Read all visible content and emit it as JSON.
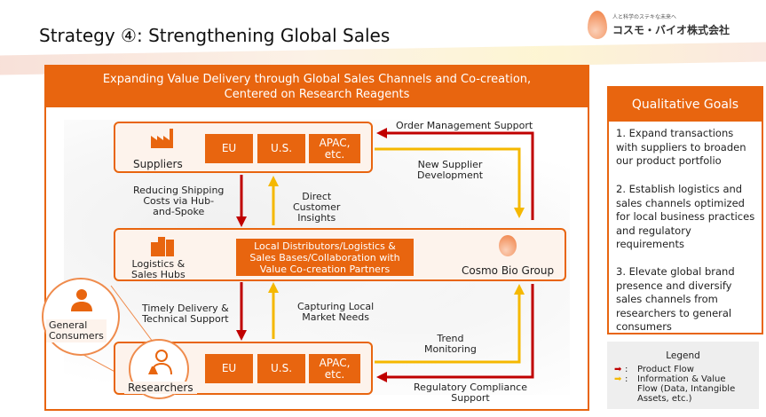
{
  "header": {
    "title": "Strategy ④: Strengthening Global Sales",
    "logo_tagline": "人と科学のステキな未来へ",
    "logo_name": "コスモ・バイオ株式会社"
  },
  "diagram": {
    "heading_line1": "Expanding Value Delivery through Global Sales Channels and Co-creation,",
    "heading_line2": "Centered on Research Reagents",
    "suppliers": {
      "label": "Suppliers",
      "regions": [
        "EU",
        "U.S.",
        "APAC,\netc."
      ]
    },
    "hubs": {
      "label": "Logistics &\nSales Hubs",
      "center": "Local Distributors/Logistics &\nSales Bases/Collaboration with\nValue Co-creation Partners",
      "group": "Cosmo Bio Group"
    },
    "researchers": {
      "label": "Researchers",
      "regions": [
        "EU",
        "U.S.",
        "APAC,\netc."
      ]
    },
    "consumers": {
      "label": "General\nConsumers"
    },
    "flows": {
      "reducing": "Reducing Shipping\nCosts via Hub-\nand-Spoke",
      "direct": "Direct\nCustomer\nInsights",
      "order": "Order Management Support",
      "new_supplier": "New Supplier\nDevelopment",
      "timely": "Timely Delivery &\nTechnical Support",
      "capturing": "Capturing Local\nMarket Needs",
      "trend": "Trend\nMonitoring",
      "regulatory": "Regulatory Compliance\nSupport"
    }
  },
  "goals": {
    "title": "Qualitative Goals",
    "items": [
      "1. Expand transactions with suppliers to broaden our product portfolio",
      "2. Establish logistics and sales channels optimized for local business practices and regulatory requirements",
      "3. Elevate global brand presence and diversify sales channels from researchers to general consumers"
    ]
  },
  "legend": {
    "title": "Legend",
    "product": "Product Flow",
    "info": "Information & Value Flow (Data, Intangible Assets, etc.)",
    "sep": ":"
  },
  "colors": {
    "accent": "#e8650f",
    "product": "#c00000",
    "info": "#f5b800"
  }
}
